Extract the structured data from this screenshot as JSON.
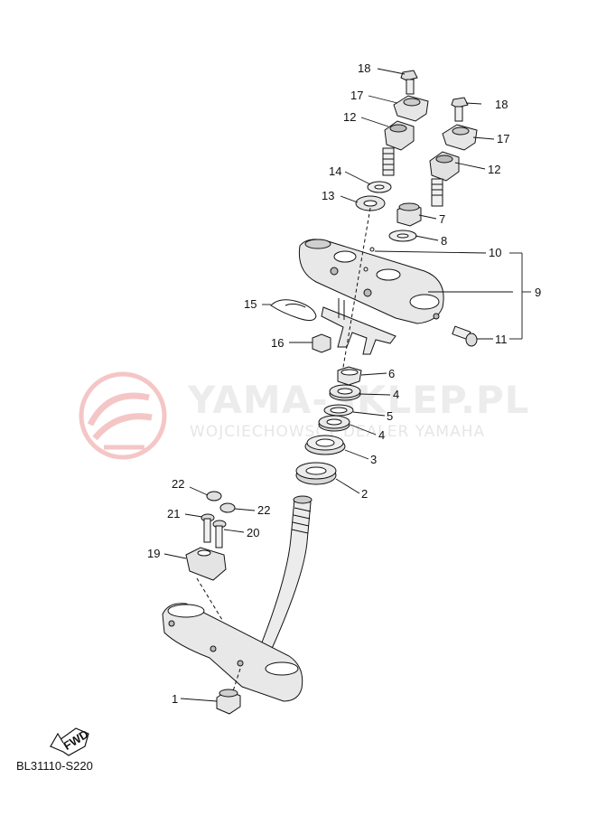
{
  "diagram_code": "BL31110-S220",
  "watermark": {
    "title": "YAMA-SKLEP.PL",
    "subtitle": "WOJCIECHOWSCY DEALER YAMAHA",
    "logo_color": "#f1b3b3"
  },
  "fwd_label": "FWD",
  "callouts": [
    "18",
    "17",
    "12",
    "14",
    "13",
    "7",
    "8",
    "10",
    "9",
    "15",
    "11",
    "16",
    "6",
    "4",
    "5",
    "4",
    "3",
    "2",
    "22",
    "22",
    "21",
    "20",
    "19",
    "1",
    "18",
    "17",
    "12"
  ]
}
